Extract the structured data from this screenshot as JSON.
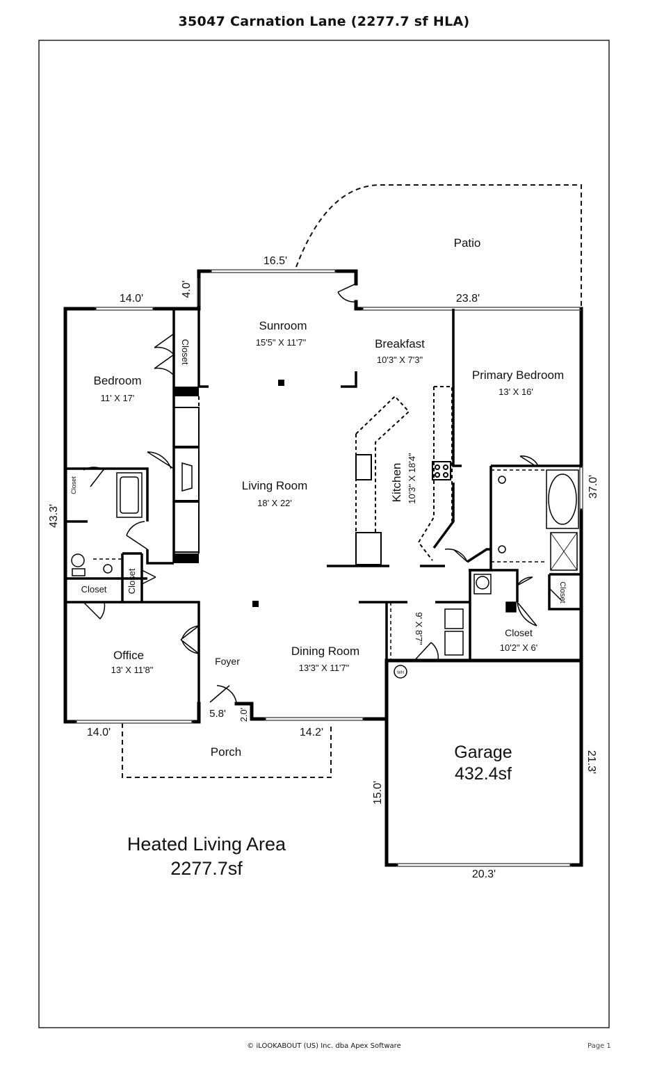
{
  "title": "35047 Carnation Lane (2277.7 sf HLA)",
  "rooms": {
    "patio": {
      "name": "Patio"
    },
    "sunroom": {
      "name": "Sunroom",
      "size": "15'5\" X 11'7\""
    },
    "breakfast": {
      "name": "Breakfast",
      "size": "10'3\" X 7'3\""
    },
    "bedroom": {
      "name": "Bedroom",
      "size": "11' X 17'"
    },
    "primary_bedroom": {
      "name": "Primary Bedroom",
      "size": "13' X 16'"
    },
    "living_room": {
      "name": "Living Room",
      "size": "18' X 22'"
    },
    "kitchen": {
      "name": "Kitchen",
      "size": "10'3\" X 18'4\""
    },
    "office": {
      "name": "Office",
      "size": "13' X 11'8\""
    },
    "foyer": {
      "name": "Foyer"
    },
    "dining_room": {
      "name": "Dining Room",
      "size": "13'3\" X 11'7\""
    },
    "primary_closet": {
      "name": "Closet",
      "size": "10'2\" X 6'"
    },
    "laundry": {
      "size": "9' X 8'7\""
    },
    "porch": {
      "name": "Porch"
    },
    "garage": {
      "name": "Garage",
      "area": "432.4sf"
    }
  },
  "closets": {
    "bedroom_closet": "Closet",
    "bath_closet_small": "Closet",
    "hall_closet": "Closet",
    "hall_closet_small": "Closet",
    "primary_bath_closet": "Closet"
  },
  "fixtures": {
    "water_heater": "WH"
  },
  "dimensions": {
    "sunroom_top": "16.5'",
    "sunroom_left": "4.0'",
    "bedroom_top": "14.0'",
    "rear_right": "23.8'",
    "left_side": "43.3'",
    "right_side": "37.0'",
    "foyer_width": "5.8'",
    "foyer_depth": "2.0'",
    "office_bottom": "14.0'",
    "dining_bottom": "14.2'",
    "garage_left": "15.0'",
    "garage_right": "21.3'",
    "garage_bottom": "20.3'"
  },
  "summary": {
    "label": "Heated Living Area",
    "value": "2277.7sf"
  },
  "footer": {
    "copyright": "© iLOOKABOUT (US) Inc. dba Apex Software",
    "page": "Page 1"
  }
}
